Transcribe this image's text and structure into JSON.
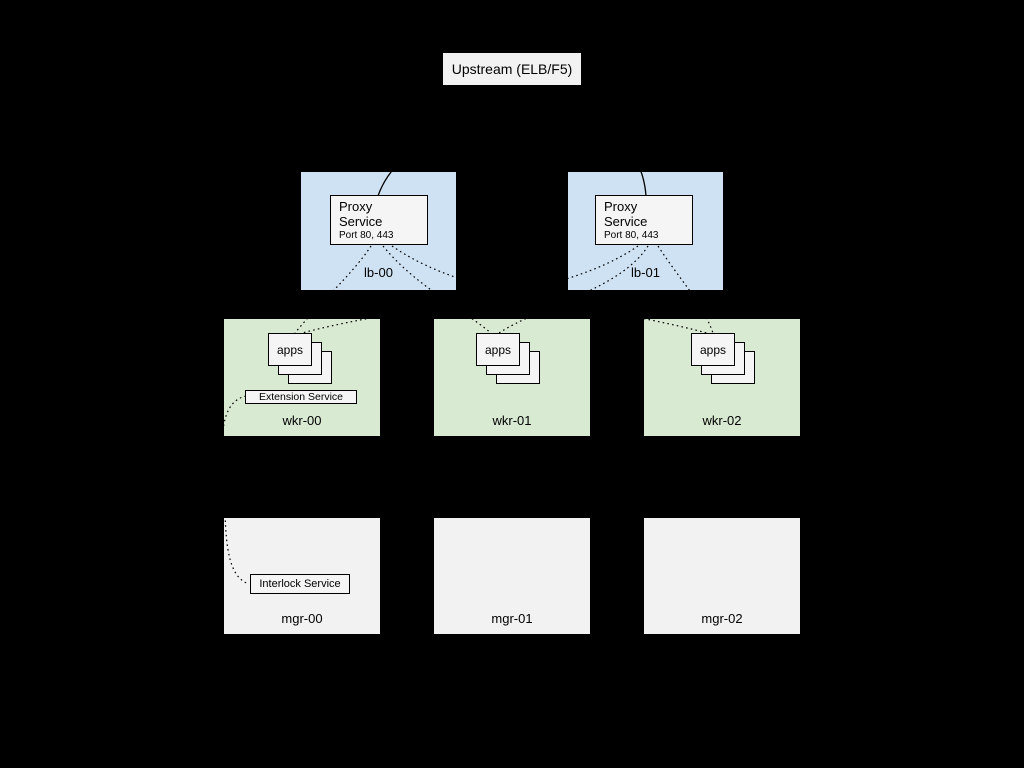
{
  "colors": {
    "background": "#000000",
    "lb_fill": "#cfe2f3",
    "wkr_fill": "#d9ead3",
    "mgr_fill": "#f2f2f2",
    "service_box_fill": "#f5f5f5",
    "line": "#000000"
  },
  "upstream": {
    "label": "Upstream (ELB/F5)"
  },
  "load_balancers": [
    {
      "label": "lb-00",
      "proxy": {
        "name_line1": "Proxy",
        "name_line2": "Service",
        "ports": "Port 80, 443"
      }
    },
    {
      "label": "lb-01",
      "proxy": {
        "name_line1": "Proxy",
        "name_line2": "Service",
        "ports": "Port 80, 443"
      }
    }
  ],
  "workers": [
    {
      "label": "wkr-00",
      "apps": "apps",
      "extension": "Extension Service"
    },
    {
      "label": "wkr-01",
      "apps": "apps"
    },
    {
      "label": "wkr-02",
      "apps": "apps"
    }
  ],
  "managers": [
    {
      "label": "mgr-00",
      "interlock": "Interlock Service"
    },
    {
      "label": "mgr-01"
    },
    {
      "label": "mgr-02"
    }
  ],
  "edges": [
    {
      "from": "upstream",
      "to": "lb-00:proxy-service",
      "style": "solid"
    },
    {
      "from": "upstream",
      "to": "lb-01:proxy-service",
      "style": "solid"
    },
    {
      "from": "lb-00:proxy-service",
      "to": "wkr-00:apps",
      "style": "dotted"
    },
    {
      "from": "lb-00:proxy-service",
      "to": "wkr-01:apps",
      "style": "dotted"
    },
    {
      "from": "lb-00:proxy-service",
      "to": "wkr-02:apps",
      "style": "dotted"
    },
    {
      "from": "lb-01:proxy-service",
      "to": "wkr-00:apps",
      "style": "dotted"
    },
    {
      "from": "lb-01:proxy-service",
      "to": "wkr-01:apps",
      "style": "dotted"
    },
    {
      "from": "lb-01:proxy-service",
      "to": "wkr-02:apps",
      "style": "dotted"
    },
    {
      "from": "wkr-00:extension-service",
      "to": "mgr-00:interlock-service",
      "style": "dotted"
    }
  ]
}
